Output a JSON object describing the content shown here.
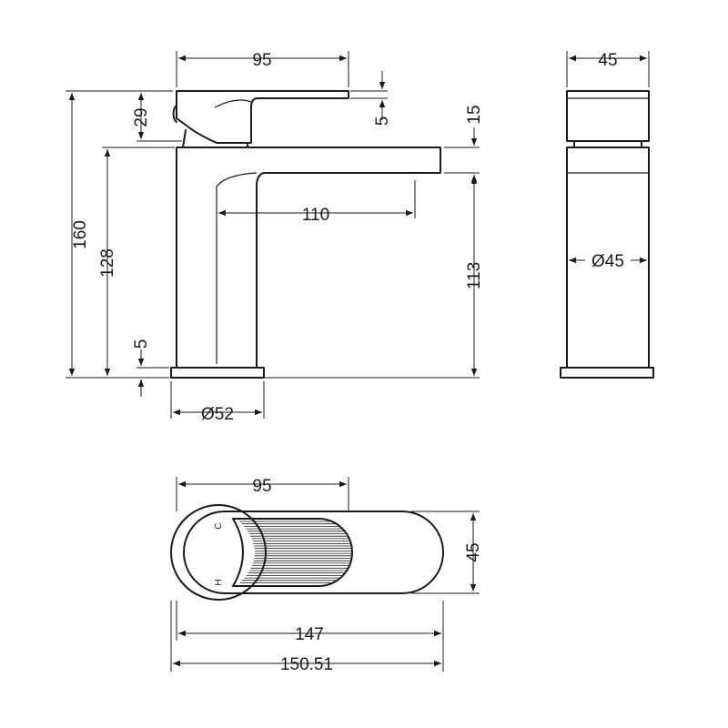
{
  "dimensions": {
    "front_lever_width": "95",
    "front_lever_height": "29",
    "lever_gap": "5",
    "spout_thickness": "15",
    "total_height": "160",
    "body_height": "128",
    "spout_reach": "110",
    "outlet_height": "113",
    "base_thickness": "5",
    "base_diameter": "Ø52",
    "side_width": "45",
    "side_body_diameter": "Ø45",
    "top_lever_width": "95",
    "top_depth": "45",
    "top_length": "147",
    "top_overall_length": "150.51"
  },
  "markings": {
    "cold": "C",
    "hot": "H"
  }
}
